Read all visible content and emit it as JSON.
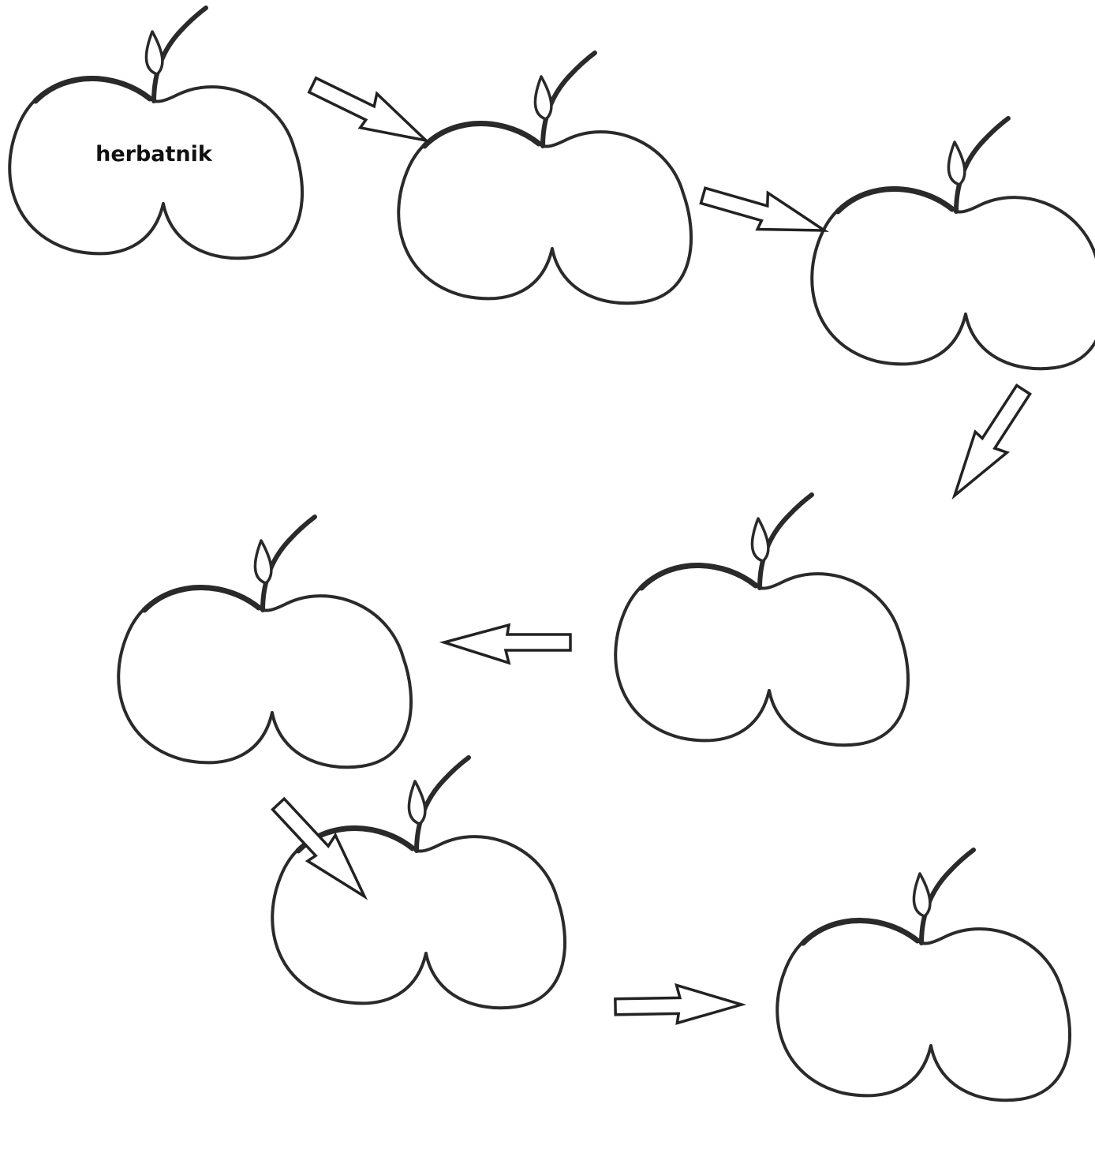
{
  "labels": {
    "first_apple": "herbatnik"
  },
  "sequence": {
    "apple_count": 7,
    "arrow_count": 6
  },
  "colors": {
    "ink": "#2a2a2a",
    "background": "#ffffff"
  }
}
